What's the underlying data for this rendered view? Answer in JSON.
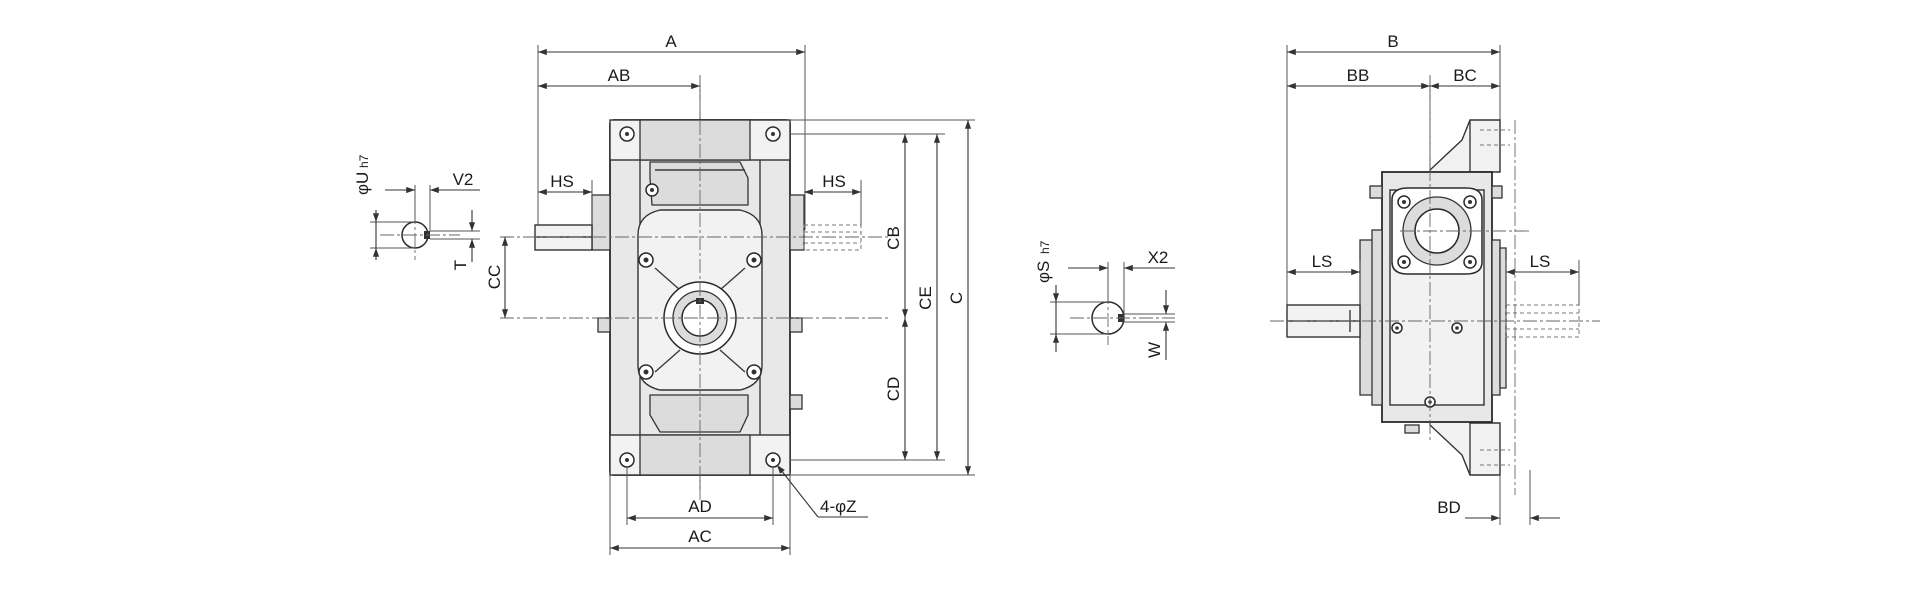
{
  "labels": {
    "A": "A",
    "AB": "AB",
    "HS_left": "HS",
    "HS_right": "HS",
    "V2": "V2",
    "U_dia": "φU",
    "U_tol": "h7",
    "T": "T",
    "CC": "CC",
    "CB": "CB",
    "CE": "CE",
    "C": "C",
    "CD": "CD",
    "AD": "AD",
    "AC": "AC",
    "Z_holes": "4-φZ",
    "S_dia": "φS",
    "S_tol": "h7",
    "X2": "X2",
    "W": "W",
    "B": "B",
    "BB": "BB",
    "BC": "BC",
    "LS_left": "LS",
    "LS_right": "LS",
    "BD": "BD"
  },
  "colors": {
    "line": "#2a2a2a",
    "body": "#e8e8e8",
    "background": "#ffffff"
  }
}
